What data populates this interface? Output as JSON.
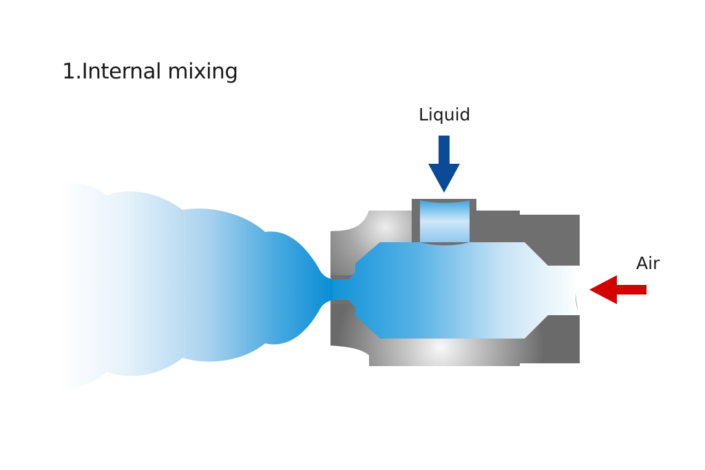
{
  "title": "1.Internal mixing",
  "labels": {
    "liquid": "Liquid",
    "air": "Air"
  },
  "colors": {
    "liquid_arrow": "#0b4a96",
    "air_arrow": "#d40000",
    "spray_blue": "#0a8fd6",
    "nozzle_gray": "#707070"
  }
}
